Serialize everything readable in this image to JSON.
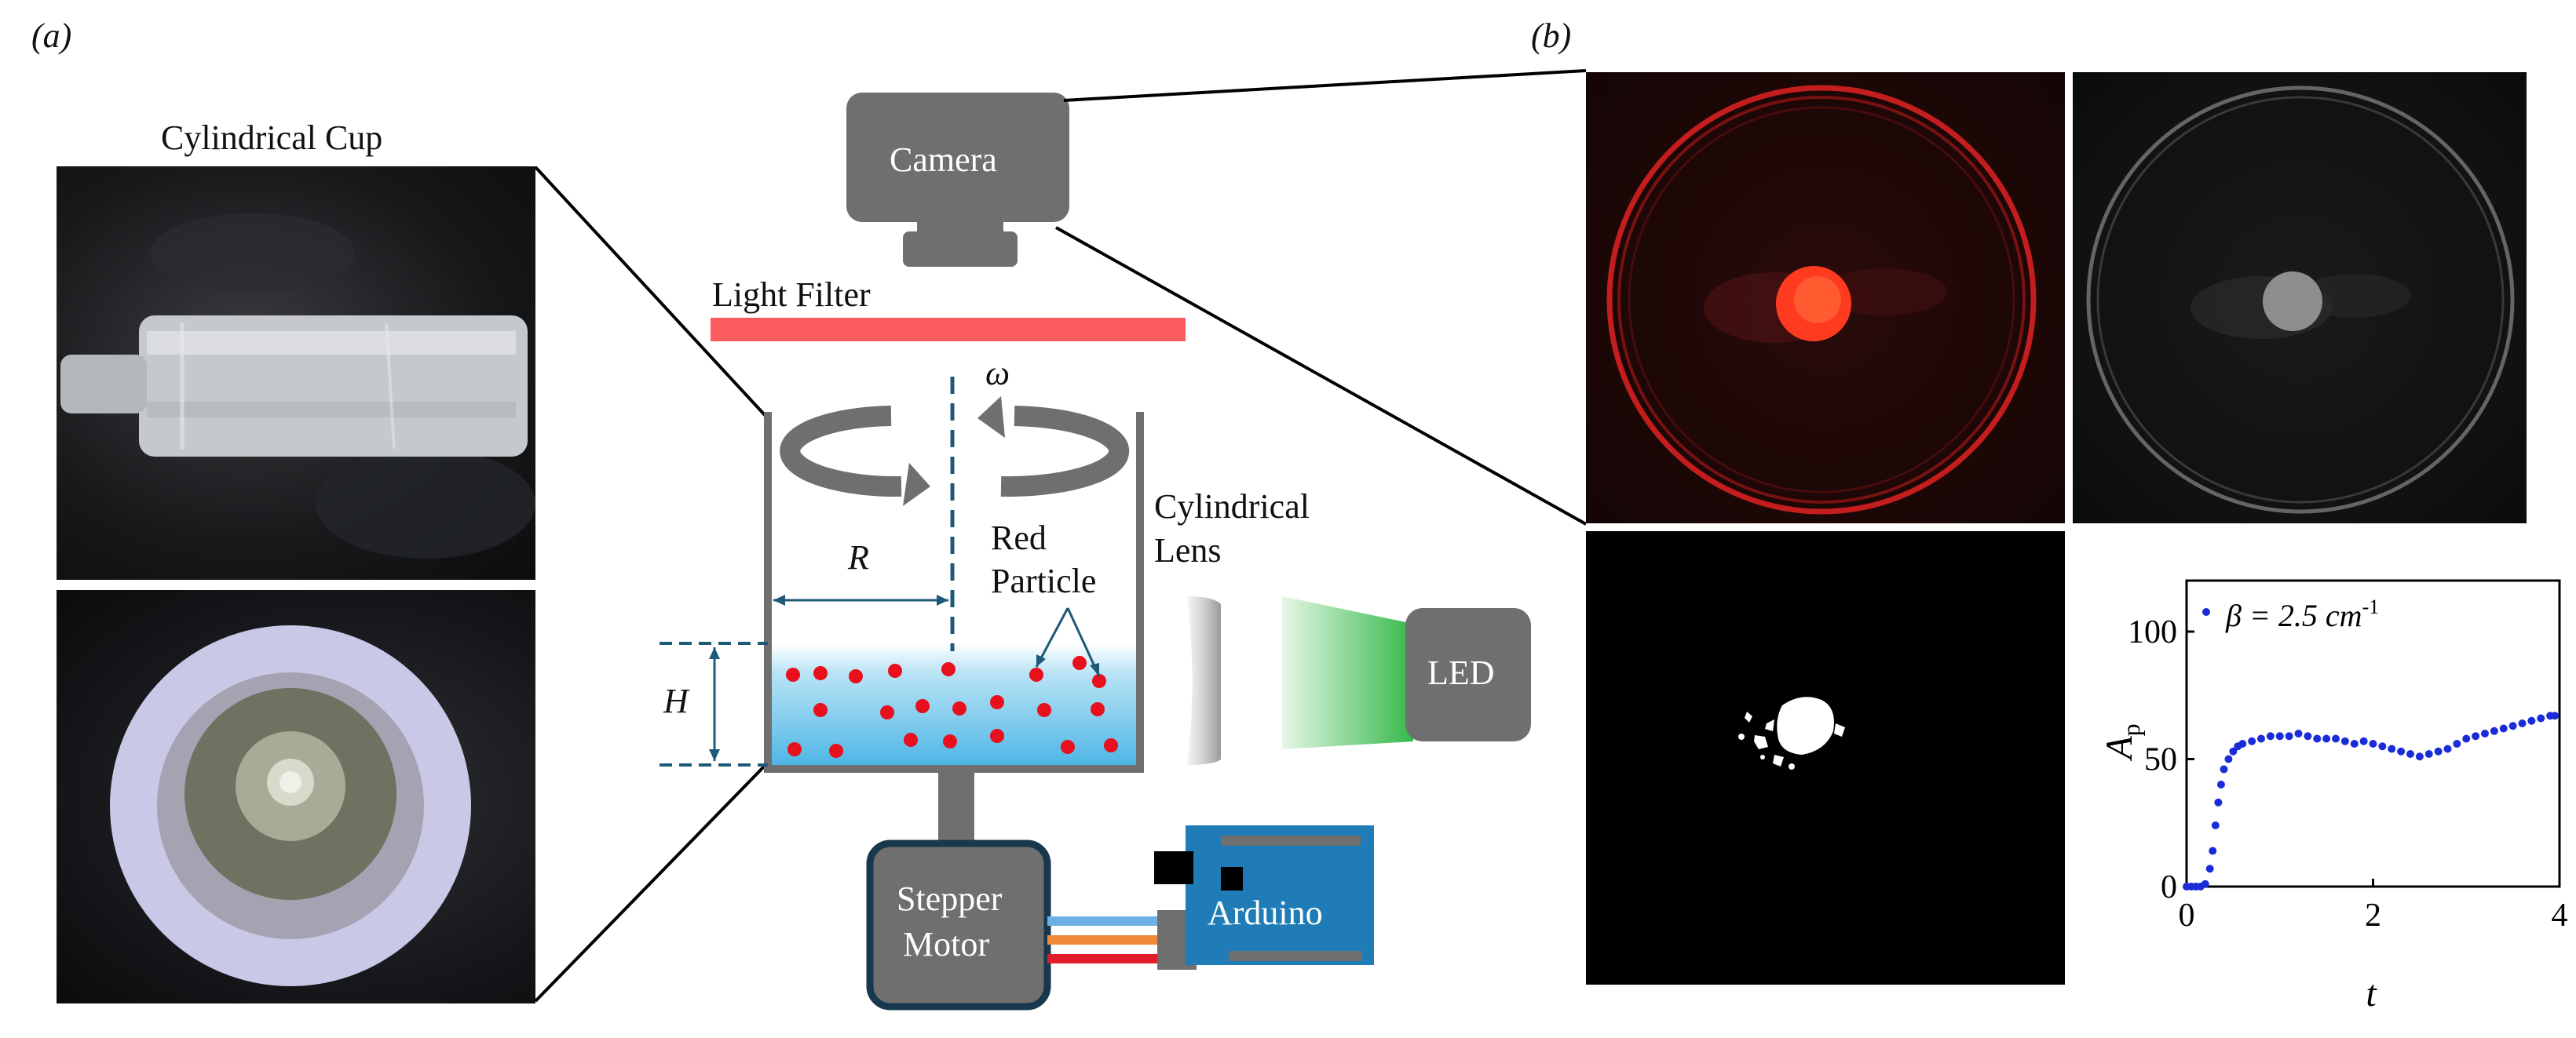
{
  "panel_a_label": "(a)",
  "panel_b_label": "(b)",
  "cup_title": "Cylindrical Cup",
  "camera_label": "Camera",
  "light_filter_label": "Light Filter",
  "omega_label": "ω",
  "radius_label": "R",
  "height_label": "H",
  "red_particle_line1": "Red",
  "red_particle_line2": "Particle",
  "lens_line1": "Cylindrical",
  "lens_line2": "Lens",
  "led_label": "LED",
  "stepper_line1": "Stepper",
  "stepper_line2": "Motor",
  "arduino_label": "Arduino",
  "colors": {
    "filter": "#fb5a5e",
    "device_gray": "#6f6f6f",
    "fluid": "#63c3ec",
    "particle": "#e8101c",
    "dash": "#1e5a78",
    "arduino": "#1f7cb6",
    "led_beam": "#3cc14b",
    "series": "#1a2cd8"
  },
  "chart_data": {
    "type": "scatter",
    "xlabel": "t",
    "ylabel": "A",
    "ylabel_sub": "p",
    "legend": "β = 2.5 cm",
    "legend_sup": "-1",
    "legend_placement": "top-left",
    "xlim": [
      0,
      4
    ],
    "ylim": [
      0,
      120
    ],
    "xticks": [
      0,
      2,
      4
    ],
    "yticks": [
      0,
      50,
      100
    ],
    "grid": false,
    "series": [
      {
        "x": [
          0.0,
          0.05,
          0.1,
          0.15,
          0.2,
          0.25,
          0.28,
          0.31,
          0.34,
          0.37,
          0.4,
          0.45,
          0.5,
          0.55,
          0.6,
          0.7,
          0.8,
          0.9,
          1.0,
          1.1,
          1.2,
          1.3,
          1.4,
          1.5,
          1.6,
          1.7,
          1.8,
          1.9,
          2.0,
          2.1,
          2.2,
          2.3,
          2.4,
          2.5,
          2.6,
          2.7,
          2.8,
          2.9,
          3.0,
          3.1,
          3.2,
          3.3,
          3.4,
          3.5,
          3.6,
          3.7,
          3.8,
          3.9,
          3.95
        ],
        "y": [
          0,
          0,
          0,
          0,
          1,
          7,
          14,
          24,
          33,
          40,
          46,
          50,
          53,
          55,
          56,
          57,
          58,
          59,
          59,
          59,
          60,
          59,
          58,
          58,
          58,
          57,
          56,
          57,
          56,
          55,
          54,
          53,
          52,
          51,
          52,
          53,
          54,
          56,
          58,
          59,
          60,
          61,
          62,
          63,
          64,
          65,
          66,
          67,
          67
        ]
      }
    ]
  }
}
